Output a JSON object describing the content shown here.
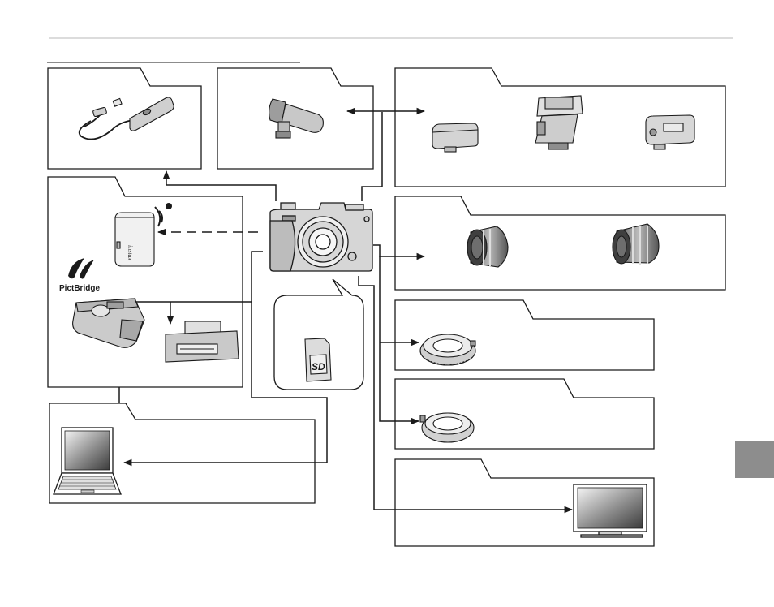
{
  "logos": {
    "pictbridge": "PictBridge",
    "instax": "instax",
    "sd": "SD"
  },
  "colors": {
    "line": "#1a1a1a",
    "rule": "#b9b9b9",
    "tab": "#8d8d8d",
    "camera_body": "#d6d6d6",
    "device_fill": "#e4e4e4"
  }
}
